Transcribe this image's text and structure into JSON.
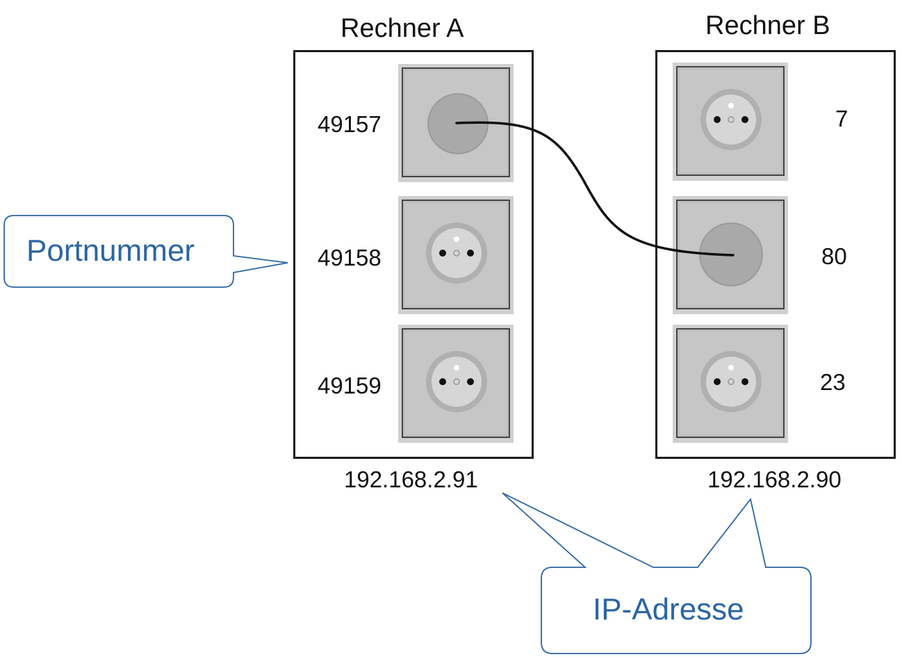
{
  "computer_a": {
    "title": "Rechner A",
    "ip": "192.168.2.91",
    "ports": [
      "49157",
      "49158",
      "49159"
    ]
  },
  "computer_b": {
    "title": "Rechner B",
    "ip": "192.168.2.90",
    "ports": [
      "7",
      "80",
      "23"
    ]
  },
  "callouts": {
    "port_label": "Portnummer",
    "ip_label": "IP-Adresse"
  },
  "connection": {
    "from_port": "49157",
    "to_port": "80"
  },
  "colors": {
    "callout": "#2b65a3",
    "cable": "#111111",
    "frame": "#1a1a1a"
  }
}
